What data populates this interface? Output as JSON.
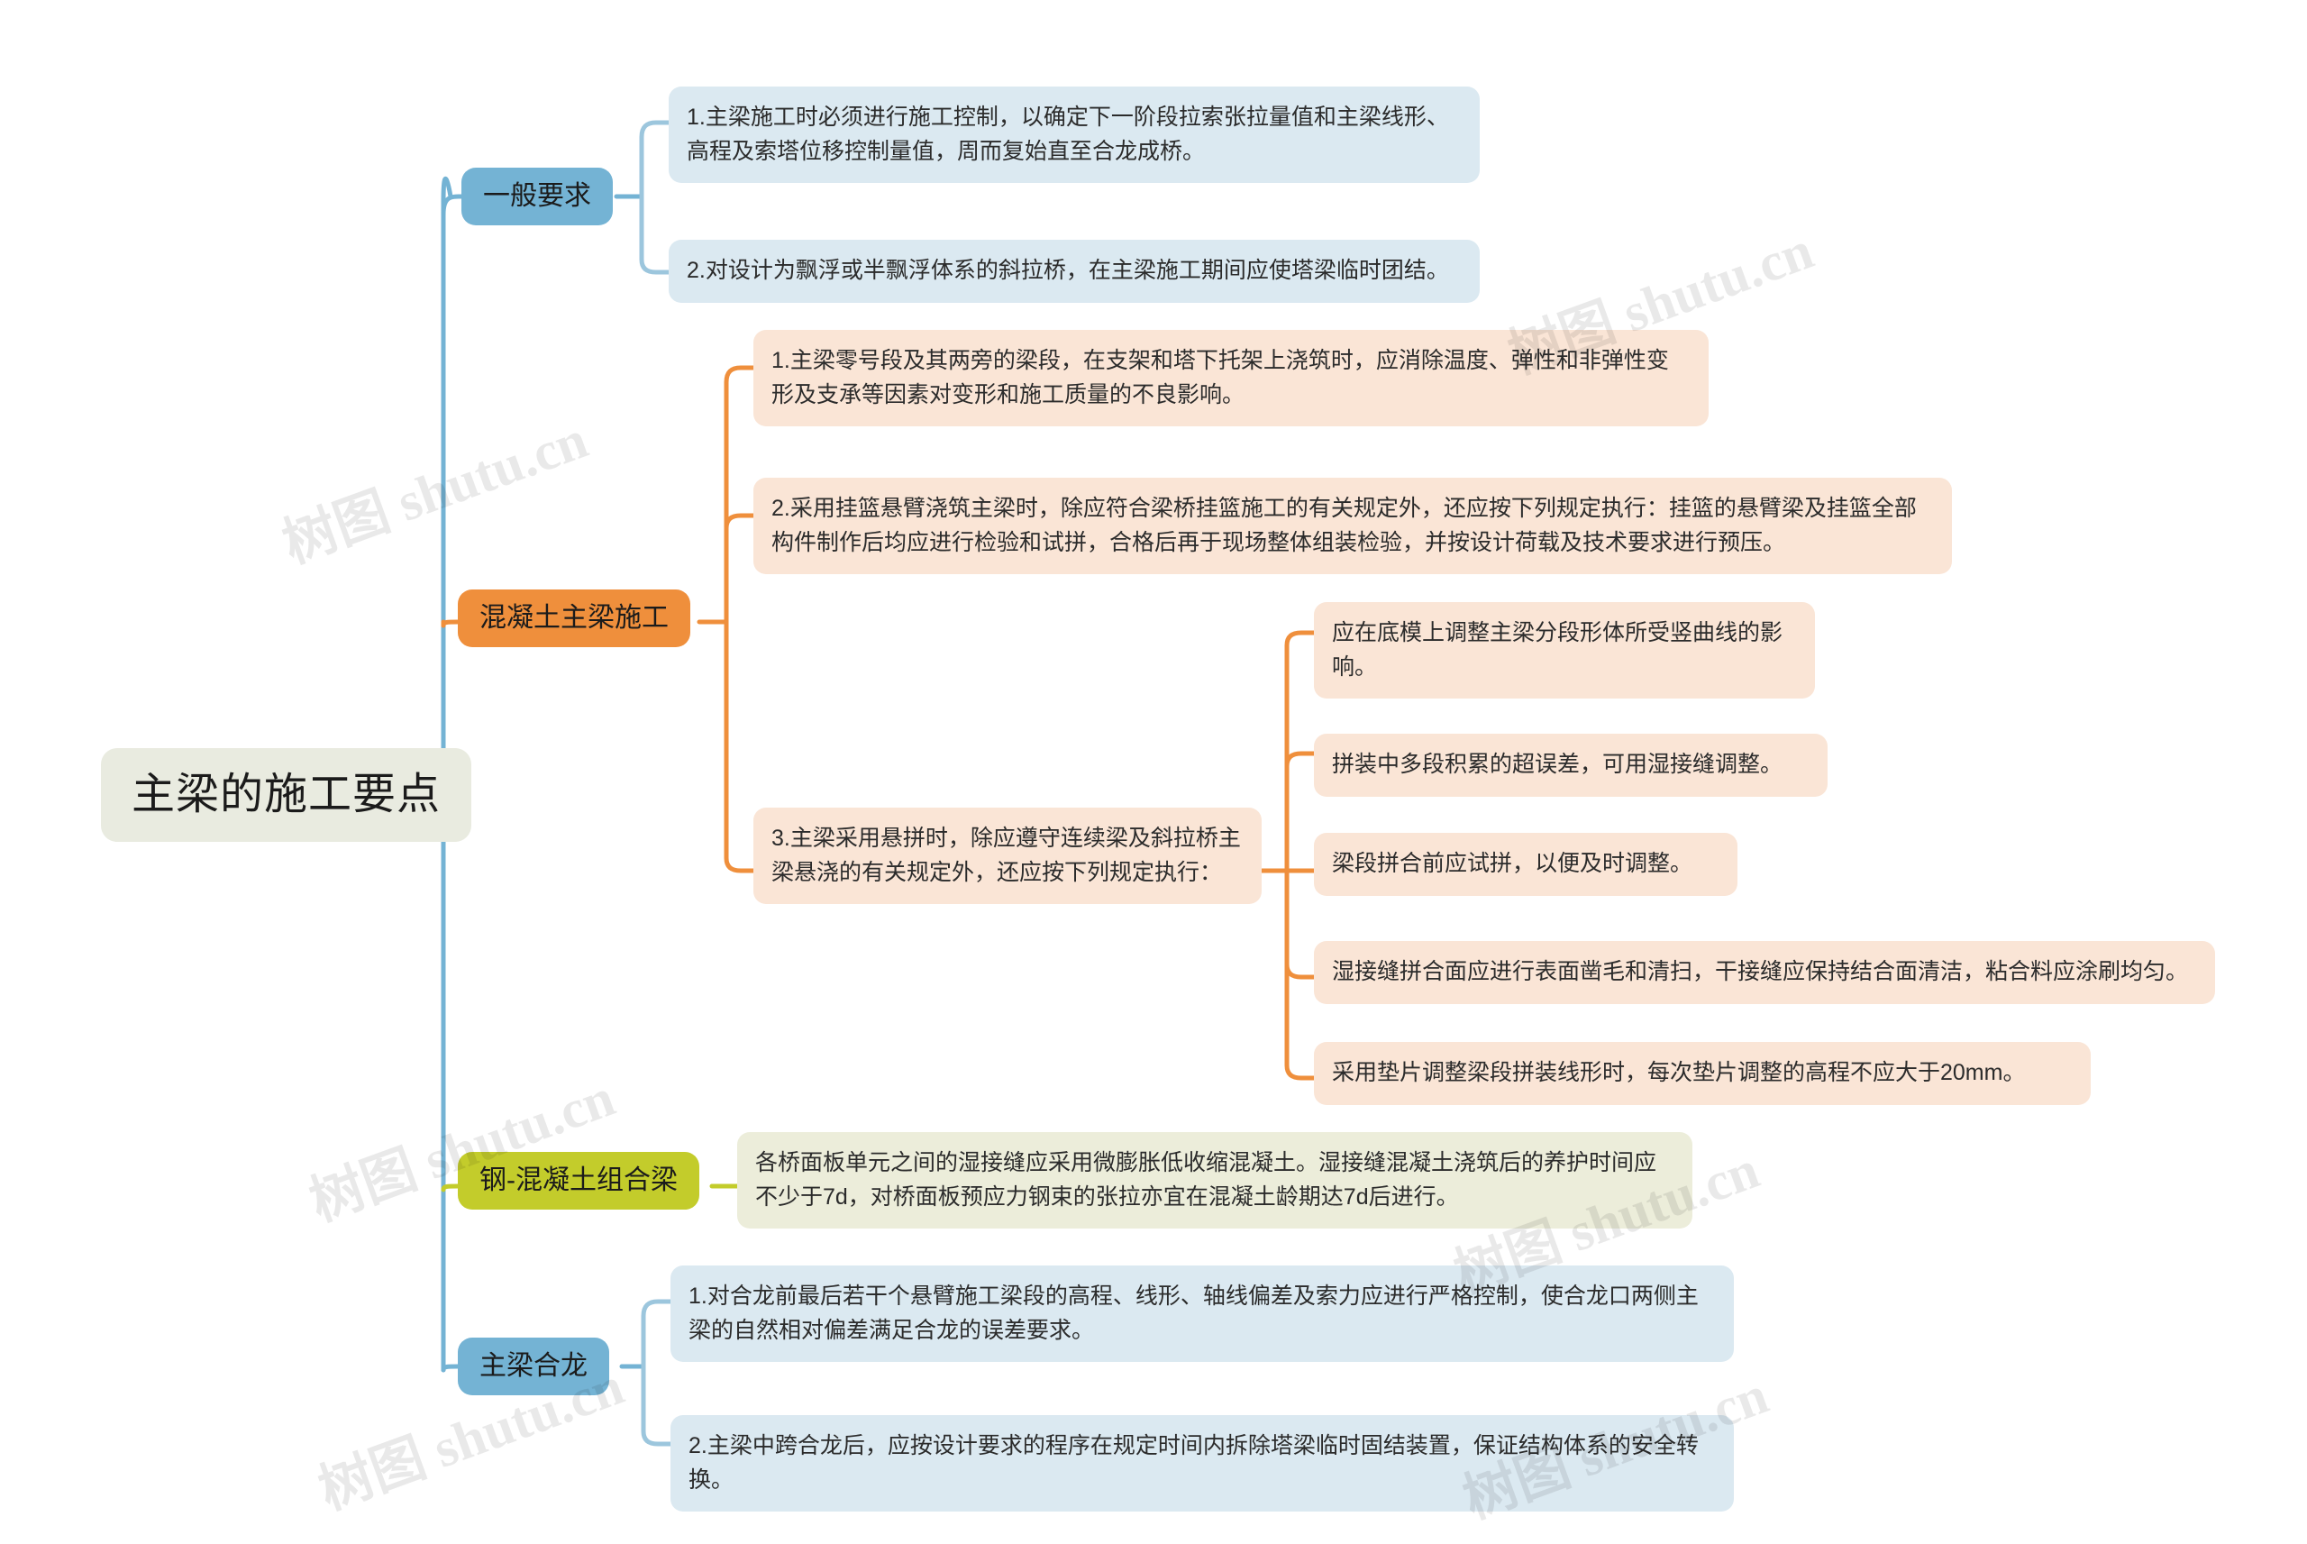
{
  "root": {
    "label": "主梁的施工要点",
    "color": "#e9ebe0"
  },
  "palette": {
    "blue_branch": "#74b3d4",
    "orange_branch": "#ef8f3c",
    "olive_branch": "#c3cc2b",
    "blue_leaf": "#dbe9f1",
    "peach_leaf": "#fae5d6",
    "cream_leaf": "#ecedda",
    "blue_line": "#74b3d4",
    "orange_line": "#ef8f3c",
    "olive_line": "#c3cc2b"
  },
  "branches": [
    {
      "label": "一般要求",
      "color": "#74b3d4",
      "children": [
        {
          "text": "1.主梁施工时必须进行施工控制，以确定下一阶段拉索张拉量值和主梁线形、高程及索塔位移控制量值，周而复始直至合龙成桥。"
        },
        {
          "text": "2.对设计为飘浮或半飘浮体系的斜拉桥，在主梁施工期间应使塔梁临时团结。"
        }
      ]
    },
    {
      "label": "混凝土主梁施工",
      "color": "#ef8f3c",
      "children": [
        {
          "text": "1.主梁零号段及其两旁的梁段，在支架和塔下托架上浇筑时，应消除温度、弹性和非弹性变形及支承等因素对变形和施工质量的不良影响。"
        },
        {
          "text": "2.采用挂篮悬臂浇筑主梁时，除应符合梁桥挂篮施工的有关规定外，还应按下列规定执行：挂篮的悬臂梁及挂篮全部构件制作后均应进行检验和试拼，合格后再于现场整体组装检验，并按设计荷载及技术要求进行预压。"
        },
        {
          "text": "3.主梁采用悬拼时，除应遵守连续梁及斜拉桥主梁悬浇的有关规定外，还应按下列规定执行：",
          "children": [
            {
              "text": "应在底模上调整主梁分段形体所受竖曲线的影响。"
            },
            {
              "text": "拼装中多段积累的超误差，可用湿接缝调整。"
            },
            {
              "text": "梁段拼合前应试拼，以便及时调整。"
            },
            {
              "text": "湿接缝拼合面应进行表面凿毛和清扫，干接缝应保持结合面清洁，粘合料应涂刷均匀。"
            },
            {
              "text": "采用垫片调整梁段拼装线形时，每次垫片调整的高程不应大于20mm。"
            }
          ]
        }
      ]
    },
    {
      "label": "钢-混凝土组合梁",
      "color": "#c3cc2b",
      "children": [
        {
          "text": "各桥面板单元之间的湿接缝应采用微膨胀低收缩混凝土。湿接缝混凝土浇筑后的养护时间应不少于7d，对桥面板预应力钢束的张拉亦宜在混凝土龄期达7d后进行。"
        }
      ]
    },
    {
      "label": "主梁合龙",
      "color": "#74b3d4",
      "children": [
        {
          "text": "1.对合龙前最后若干个悬臂施工梁段的高程、线形、轴线偏差及索力应进行严格控制，使合龙口两侧主梁的自然相对偏差满足合龙的误差要求。"
        },
        {
          "text": "2.主梁中跨合龙后，应按设计要求的程序在规定时间内拆除塔梁临时固结装置，保证结构体系的安全转换。"
        }
      ]
    }
  ],
  "watermarks": [
    {
      "text": "树图 shutu.cn"
    },
    {
      "text": "树图 shutu.cn"
    },
    {
      "text": "树图 shutu.cn"
    },
    {
      "text": "树图 shutu.cn"
    },
    {
      "text": "树图 shutu.cn"
    },
    {
      "text": "树图 shutu.cn"
    }
  ]
}
